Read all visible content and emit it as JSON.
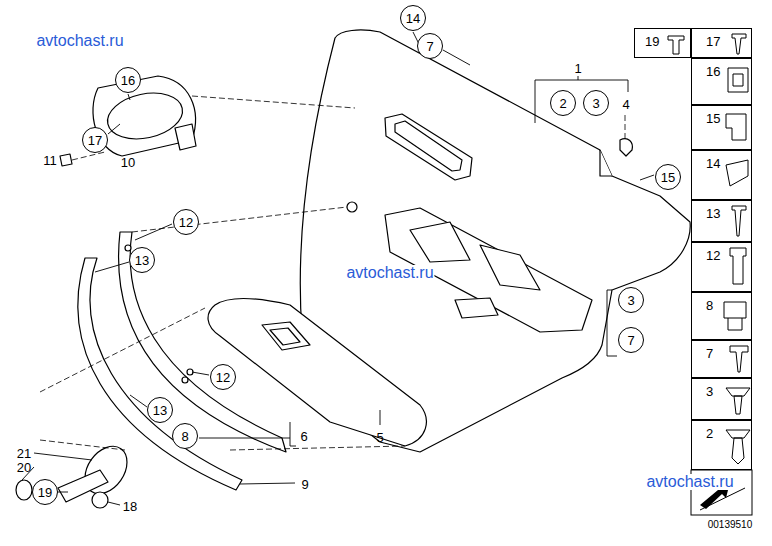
{
  "diagram": {
    "nodes": [
      {
        "text": [
          "14"
        ]
      },
      {
        "text": [
          "7"
        ]
      },
      {
        "text": [
          "19"
        ]
      },
      {
        "text": [
          "17"
        ]
      },
      {
        "text": [
          "16"
        ]
      },
      {
        "text": [
          "16"
        ]
      },
      {
        "text": [
          "2"
        ]
      },
      {
        "text": [
          "3"
        ]
      },
      {
        "text": [
          "17"
        ]
      },
      {
        "text": [
          "15"
        ]
      },
      {
        "text": [
          "15"
        ]
      },
      {
        "text": [
          "14"
        ]
      },
      {
        "text": [
          "12"
        ]
      },
      {
        "text": [
          "13"
        ]
      },
      {
        "text": [
          "13"
        ]
      },
      {
        "text": [
          "12"
        ]
      },
      {
        "text": [
          "3"
        ]
      },
      {
        "text": [
          "8"
        ]
      },
      {
        "text": [
          "7"
        ]
      },
      {
        "text": [
          "7"
        ]
      },
      {
        "text": [
          "12"
        ]
      },
      {
        "text": [
          "3"
        ]
      },
      {
        "text": [
          "13"
        ]
      },
      {
        "text": [
          "2"
        ]
      },
      {
        "text": [
          "8"
        ]
      },
      {
        "text": [
          "19"
        ]
      }
    ],
    "labels": [
      "avtochast.ru",
      "1",
      "4",
      "11",
      "10",
      "avtochast.ru",
      "6",
      "5",
      "21",
      "20",
      "9",
      "avtochast.ru",
      "18",
      "00139510"
    ]
  }
}
